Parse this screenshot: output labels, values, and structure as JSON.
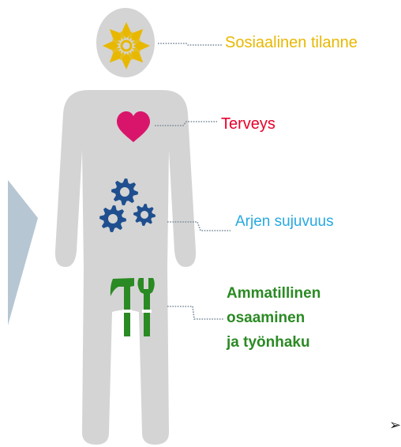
{
  "labels": {
    "social": "Sosiaalinen tilanne",
    "health": "Terveys",
    "daily": "Arjen sujuvuus",
    "work_line1": "Ammatillinen",
    "work_line2": "osaaminen",
    "work_line3": "ja työnhaku"
  },
  "bullet_glyph": "➢",
  "colors": {
    "body": "#d4d4d4",
    "arrow": "#b7c6d3",
    "social": "#e8b800",
    "health": "#e8002a",
    "heart": "#d9156b",
    "daily": "#27a8e0",
    "gears": "#1f4f8f",
    "work": "#2a8a23",
    "tools": "#2a8a23",
    "connector": "#7a8a9a"
  },
  "icons": {
    "head": "sun-flower-icon",
    "chest": "heart-icon",
    "belly": "gears-icon",
    "legs": "tools-icon"
  }
}
